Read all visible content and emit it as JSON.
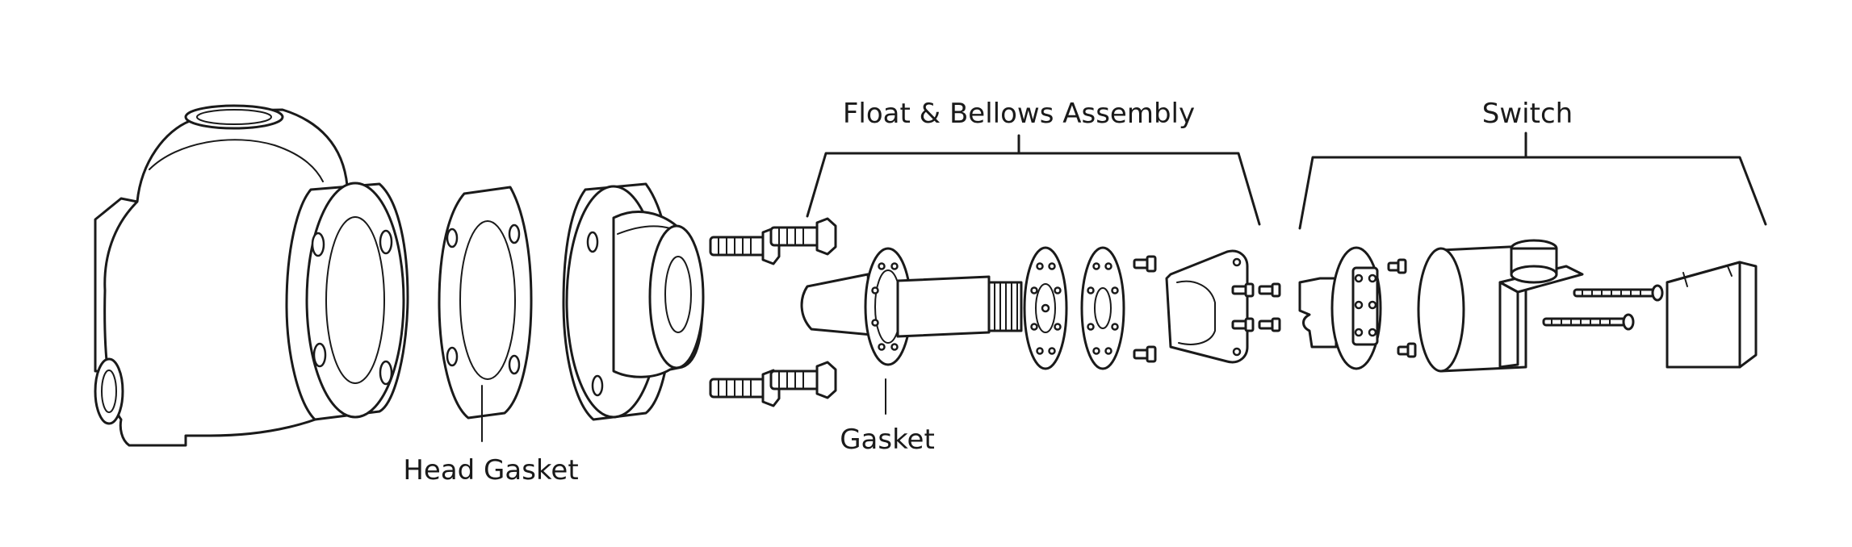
{
  "labels": {
    "float_bellows": "Float & Bellows Assembly",
    "switch": "Switch",
    "gasket": "Gasket",
    "head_gasket": "Head Gasket"
  },
  "colors": {
    "line": "#1a1a1a",
    "background": "#ffffff"
  }
}
